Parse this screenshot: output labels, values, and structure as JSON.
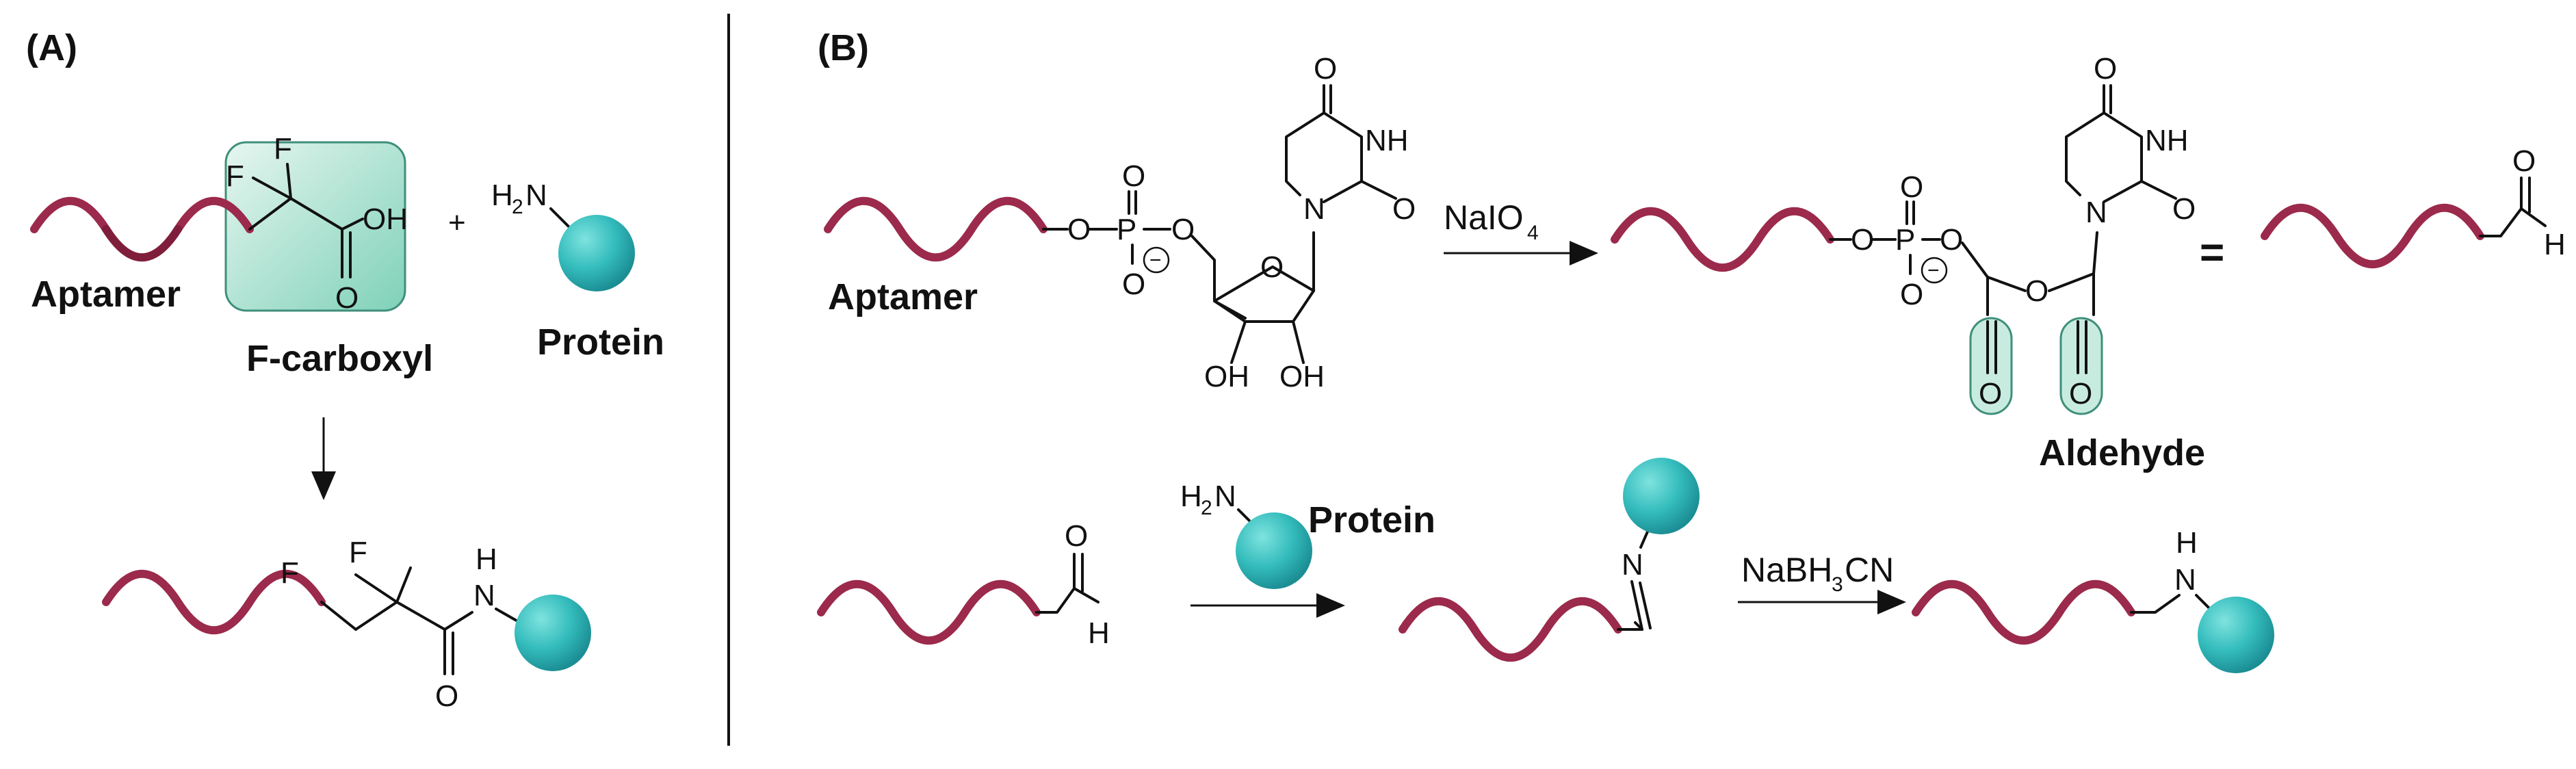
{
  "panels": {
    "a": {
      "label": "(A)"
    },
    "b": {
      "label": "(B)"
    }
  },
  "labels": {
    "aptamer": "Aptamer",
    "protein": "Protein",
    "f_carboxyl": "F-carboxyl",
    "aldehyde": "Aldehyde",
    "equals": "="
  },
  "atoms": {
    "F": "F",
    "OH": "OH",
    "O": "O",
    "H": "H",
    "N": "N",
    "NH": "NH",
    "P": "P",
    "minus": "−",
    "H2N_H": "H",
    "H2N_2": "2",
    "H2N_N": "N",
    "plus": "+"
  },
  "reagents": {
    "naio4_main": "NaIO",
    "naio4_sub": "4",
    "nabh_a": "NaBH",
    "nabh_sub": "3",
    "nabh_b": "CN"
  },
  "colors": {
    "helix": "#9b2a4c",
    "protein_bead": "#35bdbd",
    "highlight": "#c8ebe0"
  }
}
